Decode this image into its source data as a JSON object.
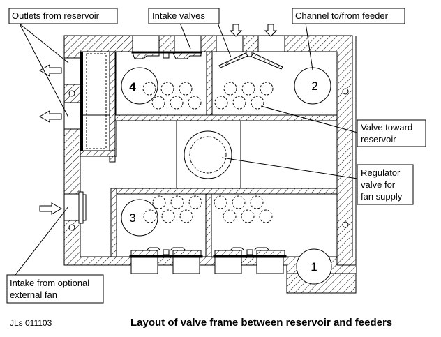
{
  "diagram": {
    "title": "Layout of valve frame between reservoir and feeders",
    "signature": "JLs 011103",
    "callouts": [
      {
        "id": "outlets",
        "lines": [
          "Outlets from reservoir"
        ]
      },
      {
        "id": "intake-valves",
        "lines": [
          "Intake valves"
        ]
      },
      {
        "id": "channel",
        "lines": [
          "Channel to/from feeder"
        ]
      },
      {
        "id": "valve-toward",
        "lines": [
          "Valve toward",
          "reservoir"
        ]
      },
      {
        "id": "regulator",
        "lines": [
          "Regulator",
          "valve for",
          "fan supply"
        ]
      },
      {
        "id": "intake-fan",
        "lines": [
          "Intake from optional",
          "external fan"
        ]
      }
    ],
    "feeders": [
      {
        "label": "1"
      },
      {
        "label": "2"
      },
      {
        "label": "3"
      },
      {
        "label": "4"
      }
    ],
    "colors": {
      "ink": "#000000",
      "paper": "#ffffff"
    }
  }
}
